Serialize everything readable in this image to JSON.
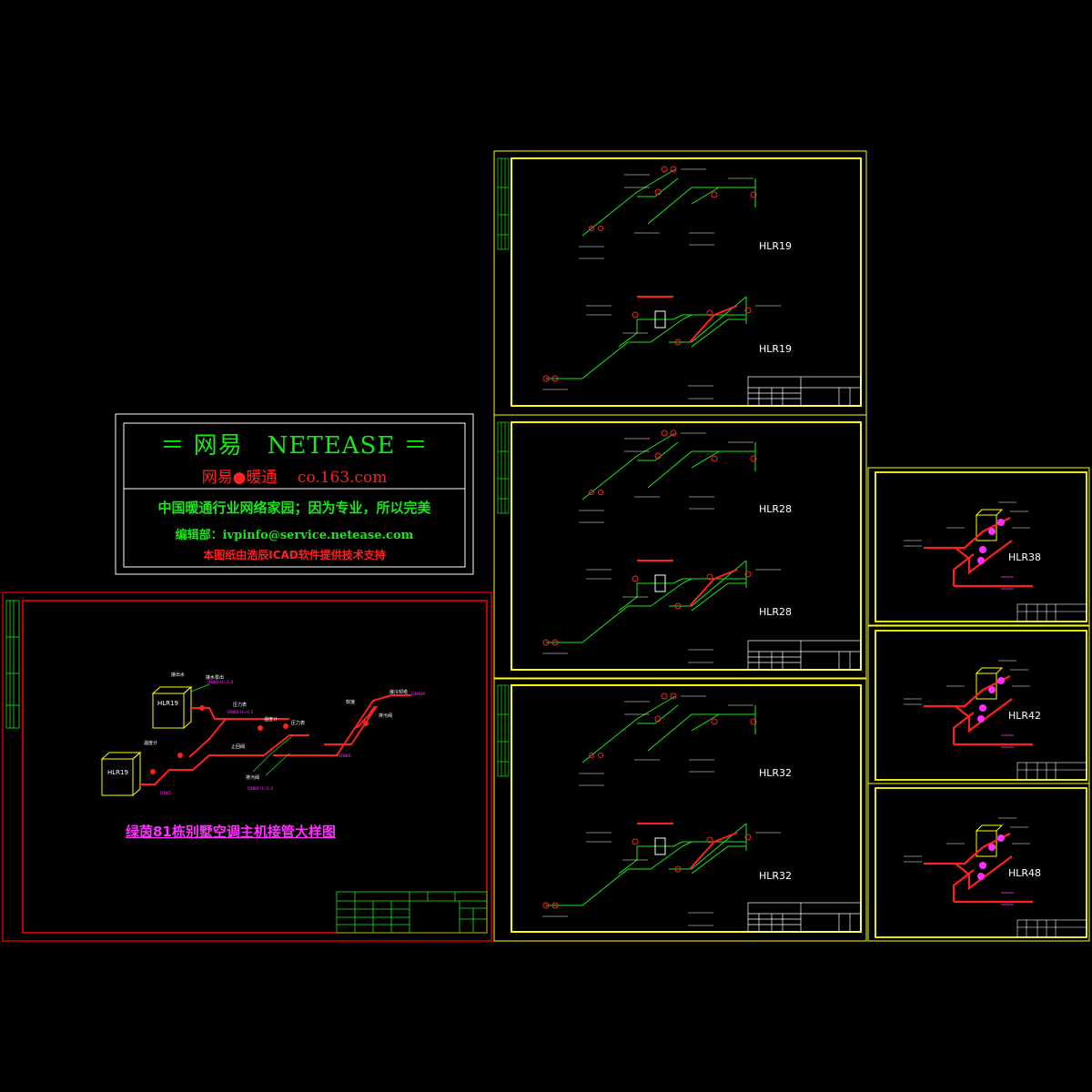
{
  "banner": {
    "line1": "＝ 网易　NETEASE ＝",
    "line2": "网易●暖通　 co.163.com",
    "line3": "中国暖通行业网络家园；因为专业，所以完美",
    "line4": "编辑部：ivpinfo@service.netease.com",
    "line5": "本图纸由浩辰ICAD软件提供技术支持"
  },
  "main_drawing": {
    "title": "绿茵81栋别墅空调主机接管大样图",
    "unit_labels": [
      "HLR19",
      "HLR19"
    ]
  },
  "sheets": [
    {
      "upper_label": "HLR19",
      "lower_label": "HLR19"
    },
    {
      "upper_label": "HLR28",
      "lower_label": "HLR28"
    },
    {
      "upper_label": "HLR32",
      "lower_label": "HLR32"
    }
  ],
  "small_sheets": [
    {
      "label": "HLR38"
    },
    {
      "label": "HLR42"
    },
    {
      "label": "HLR48"
    }
  ],
  "colors": {
    "background": "#000000",
    "frame_yellow": "#ffff00",
    "frame_red": "#ff0000",
    "pipe_green": "#18e818",
    "pipe_red": "#ff2020",
    "text_magenta": "#ff30ff",
    "text_white": "#ffffff",
    "titleblock_green": "#18e818"
  }
}
